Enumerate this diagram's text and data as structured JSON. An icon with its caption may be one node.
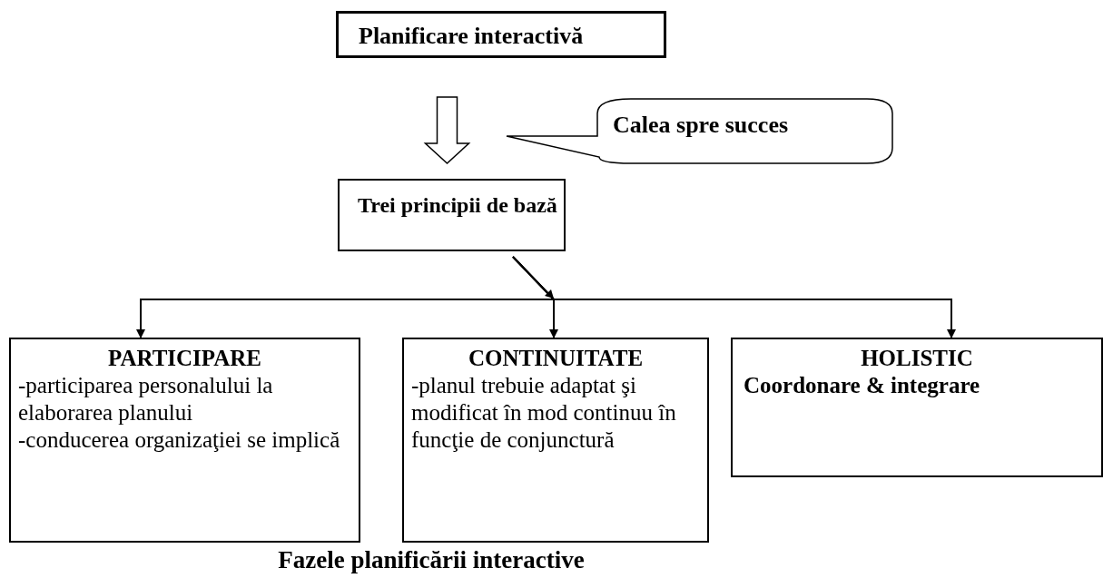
{
  "diagram": {
    "caption": "Fazele planificării interactive",
    "nodes": [
      {
        "text": [
          "Planificare interactivă"
        ]
      },
      {
        "text": [
          "Calea spre succes"
        ]
      },
      {
        "text": [
          "Trei principii de bază"
        ]
      },
      {
        "text": [
          "PARTICIPARE",
          "-participarea personalului la elaborarea planului",
          "-conducerea organizaţiei se implică"
        ]
      },
      {
        "text": [
          "CONTINUITATE",
          "-planul trebuie adaptat şi modificat în mod continuu în funcţie de conjunctură"
        ]
      },
      {
        "text": [
          "HOLISTIC",
          "Coordonare & integrare"
        ]
      }
    ],
    "edges": [
      {
        "from": 0,
        "to": 2,
        "arrow": "to",
        "style": "thick"
      },
      {
        "from": 2,
        "to": 3,
        "arrow": "to"
      },
      {
        "from": 2,
        "to": 4,
        "arrow": "to"
      },
      {
        "from": 2,
        "to": 5,
        "arrow": "to"
      }
    ]
  }
}
